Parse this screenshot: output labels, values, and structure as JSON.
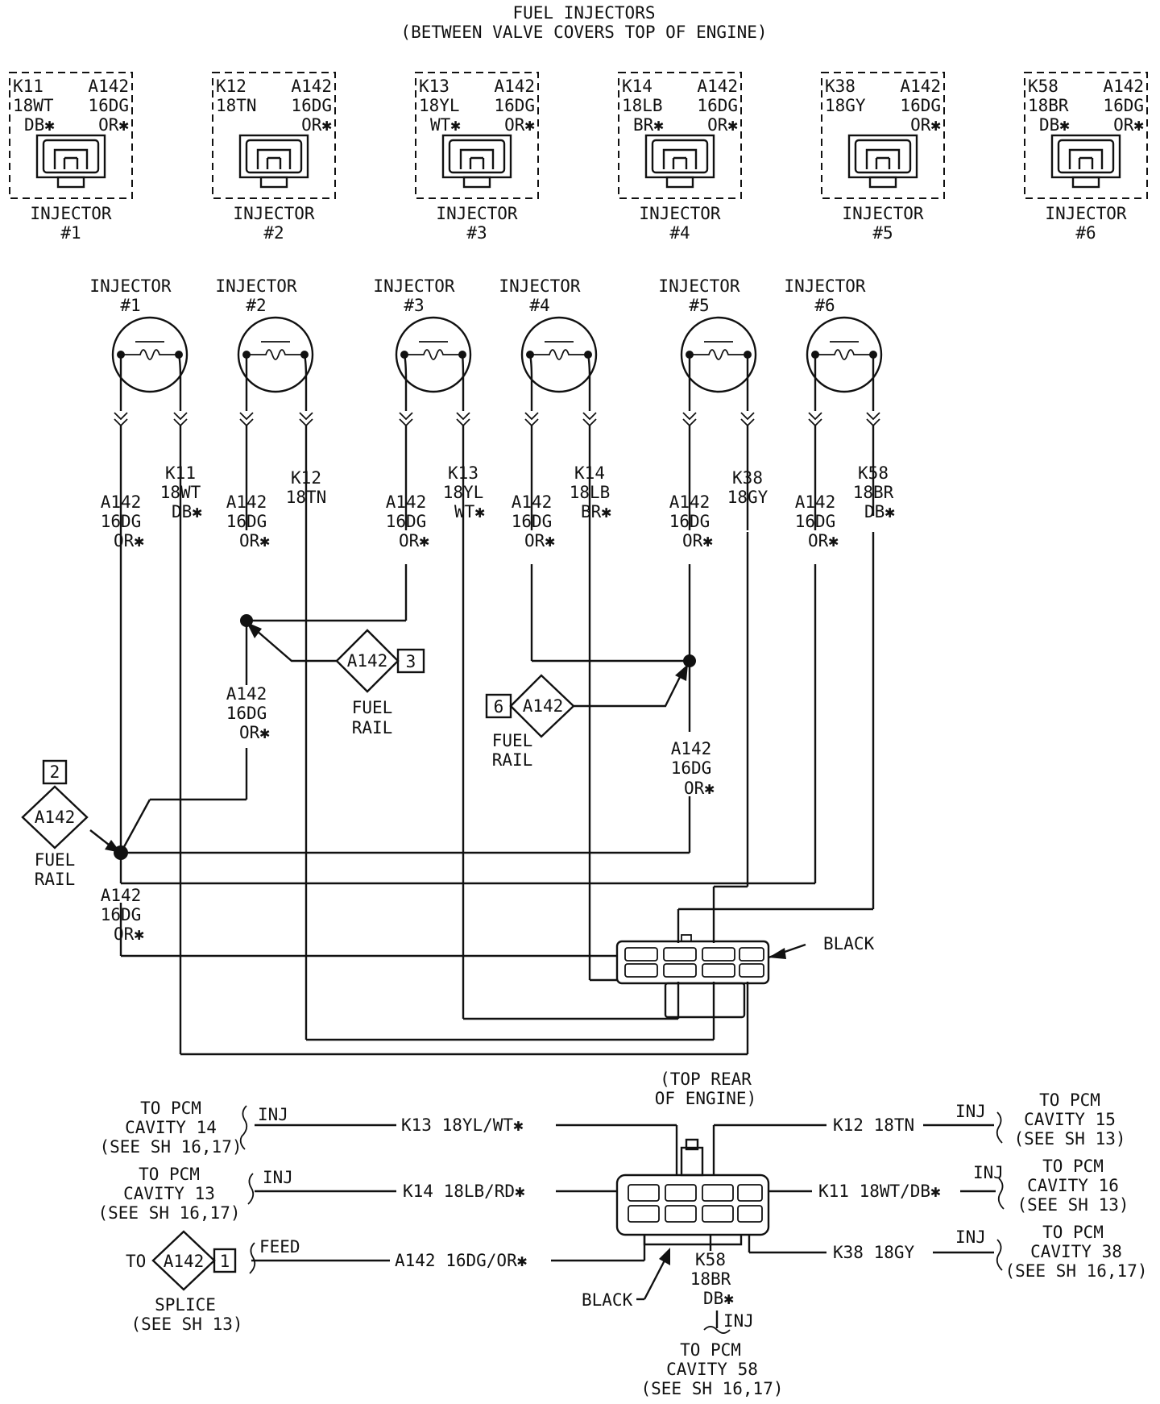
{
  "title": {
    "line1": "FUEL INJECTORS",
    "line2": "(BETWEEN VALVE COVERS TOP OF ENGINE)"
  },
  "connectors": [
    {
      "k_id": "K11",
      "k_gauge": "18WT",
      "k_trace": "DB✱",
      "a_id": "A142",
      "a_gauge": "16DG",
      "a_trace": "OR✱",
      "label": "INJECTOR",
      "num": "#1"
    },
    {
      "k_id": "K12",
      "k_gauge": "18TN",
      "k_trace": "",
      "a_id": "A142",
      "a_gauge": "16DG",
      "a_trace": "OR✱",
      "label": "INJECTOR",
      "num": "#2"
    },
    {
      "k_id": "K13",
      "k_gauge": "18YL",
      "k_trace": "WT✱",
      "a_id": "A142",
      "a_gauge": "16DG",
      "a_trace": "OR✱",
      "label": "INJECTOR",
      "num": "#3"
    },
    {
      "k_id": "K14",
      "k_gauge": "18LB",
      "k_trace": "BR✱",
      "a_id": "A142",
      "a_gauge": "16DG",
      "a_trace": "OR✱",
      "label": "INJECTOR",
      "num": "#4"
    },
    {
      "k_id": "K38",
      "k_gauge": "18GY",
      "k_trace": "",
      "a_id": "A142",
      "a_gauge": "16DG",
      "a_trace": "OR✱",
      "label": "INJECTOR",
      "num": "#5"
    },
    {
      "k_id": "K58",
      "k_gauge": "18BR",
      "k_trace": "DB✱",
      "a_id": "A142",
      "a_gauge": "16DG",
      "a_trace": "OR✱",
      "label": "INJECTOR",
      "num": "#6"
    }
  ],
  "injectors": [
    {
      "label": "INJECTOR",
      "num": "#1",
      "a_wire": [
        "A142",
        "16DG",
        "OR✱"
      ],
      "k_wire": [
        "K11",
        "18WT",
        "DB✱"
      ]
    },
    {
      "label": "INJECTOR",
      "num": "#2",
      "a_wire": [
        "A142",
        "16DG",
        "OR✱"
      ],
      "k_wire": [
        "K12",
        "18TN",
        ""
      ]
    },
    {
      "label": "INJECTOR",
      "num": "#3",
      "a_wire": [
        "A142",
        "16DG",
        "OR✱"
      ],
      "k_wire": [
        "K13",
        "18YL",
        "WT✱"
      ]
    },
    {
      "label": "INJECTOR",
      "num": "#4",
      "a_wire": [
        "A142",
        "16DG",
        "OR✱"
      ],
      "k_wire": [
        "K14",
        "18LB",
        "BR✱"
      ]
    },
    {
      "label": "INJECTOR",
      "num": "#5",
      "a_wire": [
        "A142",
        "16DG",
        "OR✱"
      ],
      "k_wire": [
        "K38",
        "18GY",
        ""
      ]
    },
    {
      "label": "INJECTOR",
      "num": "#6",
      "a_wire": [
        "A142",
        "16DG",
        "OR✱"
      ],
      "k_wire": [
        "K58",
        "18BR",
        "DB✱"
      ]
    }
  ],
  "splices": {
    "s3": {
      "id": "A142",
      "num": "3",
      "label1": "FUEL",
      "label2": "RAIL"
    },
    "s6": {
      "id": "A142",
      "num": "6",
      "label1": "FUEL",
      "label2": "RAIL"
    },
    "s2": {
      "id": "A142",
      "num": "2",
      "label1": "FUEL",
      "label2": "RAIL"
    }
  },
  "mid_wires": {
    "w2": [
      "A142",
      "16DG",
      "OR✱"
    ],
    "w5": [
      "A142",
      "16DG",
      "OR✱"
    ],
    "w1": [
      "A142",
      "16DG",
      "OR✱"
    ]
  },
  "black_connector_label": "BLACK",
  "bottom": {
    "location1": "(TOP REAR",
    "location2": "OF ENGINE)",
    "black_label": "BLACK",
    "left": [
      {
        "to1": "TO PCM",
        "to2": "CAVITY 14",
        "to3": "(SEE SH 16,17)",
        "tag": "INJ",
        "wire": "K13  18YL/WT✱"
      },
      {
        "to1": "TO PCM",
        "to2": "CAVITY 13",
        "to3": "(SEE SH 16,17)",
        "tag": "INJ",
        "wire": "K14  18LB/RD✱"
      }
    ],
    "feed": {
      "to": "TO",
      "id": "A142",
      "num": "1",
      "tag": "FEED",
      "wire": "A142  16DG/OR✱",
      "sub1": "SPLICE",
      "sub2": "(SEE SH 13)"
    },
    "right": [
      {
        "wire": "K12  18TN",
        "tag": "INJ",
        "to1": "TO PCM",
        "to2": "CAVITY 15",
        "to3": "(SEE SH 13)"
      },
      {
        "wire": "K11  18WT/DB✱",
        "tag": "INJ",
        "to1": "TO PCM",
        "to2": "CAVITY 16",
        "to3": "(SEE SH 13)"
      },
      {
        "wire": "K38  18GY",
        "tag": "INJ",
        "to1": "TO PCM",
        "to2": "CAVITY 38",
        "to3": "(SEE SH 16,17)"
      }
    ],
    "down": {
      "id": "K58",
      "gauge": "18BR",
      "trace": "DB✱",
      "tag": "INJ",
      "to1": "TO PCM",
      "to2": "CAVITY 58",
      "to3": "(SEE SH 16,17)"
    }
  }
}
